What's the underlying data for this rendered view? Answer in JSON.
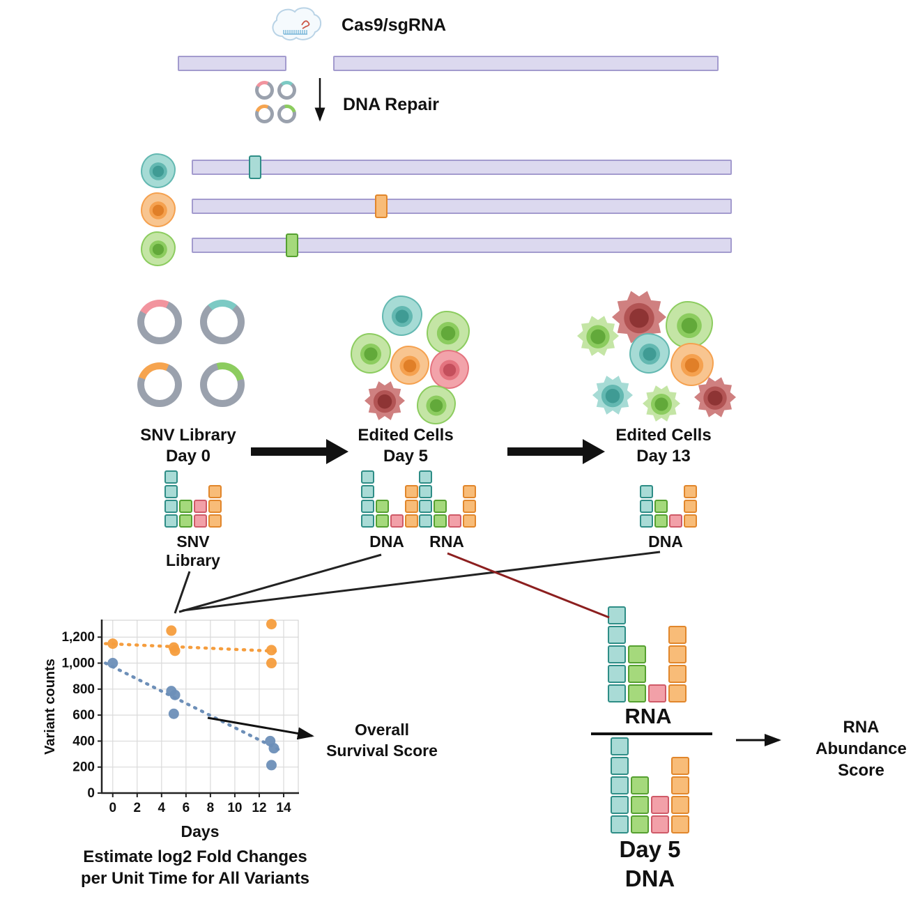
{
  "palette": {
    "bar_fill": "#dcd9ef",
    "bar_border": "#a39bce",
    "teal_fill": "#a9dbd6",
    "teal_border": "#2e8d86",
    "green_fill": "#a5d97c",
    "green_border": "#55a030",
    "pink_fill": "#f2a0a8",
    "pink_border": "#cf5a68",
    "orange_fill": "#f8bc78",
    "orange_border": "#e1862b",
    "ring_gray": "#9aa1ad",
    "arc_pink": "#f2949e",
    "arc_teal": "#7ccac4",
    "arc_orange": "#f6a44f",
    "arc_green": "#8ccc5f",
    "cell_teal_fill": "#a6dbd5",
    "cell_teal_mid": "#63b8b1",
    "cell_teal_dark": "#3f9b94",
    "cell_orange_fill": "#f8c590",
    "cell_orange_mid": "#f5a14f",
    "cell_orange_dark": "#e07f28",
    "cell_green_fill": "#c4e5a5",
    "cell_green_mid": "#8ccc5f",
    "cell_green_dark": "#62a93a",
    "cell_red_fill": "#f2a3aa",
    "cell_red_mid": "#e4747f",
    "cell_red_dark": "#c44f5c",
    "cell_darkred_fill": "#cf8080",
    "cell_darkred_mid": "#b25454",
    "cell_darkred_dark": "#8e3434",
    "line_black": "#1a1a1a",
    "line_red": "#8c1f1f",
    "point_orange": "#f59d3d",
    "point_blue": "#6d8fb8"
  },
  "icons": {
    "cas9": "cloud-with-dna-and-sgrna",
    "repair_arrow": "down-arrow",
    "stage_arrow": "thick-right-arrow",
    "survival_arrow": "right-arrow",
    "abundance_arrow": "right-arrow"
  },
  "top": {
    "cas9_label": "Cas9/sgRNA",
    "repair_label": "DNA Repair"
  },
  "stages": {
    "library": {
      "line1": "SNV Library",
      "line2": "Day 0"
    },
    "day5": {
      "line1": "Edited Cells",
      "line2": "Day 5"
    },
    "day13": {
      "line1": "Edited Cells",
      "line2": "Day 13"
    }
  },
  "stacks": {
    "library": {
      "label1": "SNV",
      "label2": "Library",
      "columns": [
        {
          "color": "teal",
          "count": 4
        },
        {
          "color": "green",
          "count": 2
        },
        {
          "color": "pink",
          "count": 2
        },
        {
          "color": "orange",
          "count": 3
        }
      ]
    },
    "dna_day5": {
      "label": "DNA",
      "columns": [
        {
          "color": "teal",
          "count": 4
        },
        {
          "color": "green",
          "count": 2
        },
        {
          "color": "pink",
          "count": 1
        },
        {
          "color": "orange",
          "count": 3
        }
      ]
    },
    "rna_day5": {
      "label": "RNA",
      "columns": [
        {
          "color": "teal",
          "count": 4
        },
        {
          "color": "green",
          "count": 2
        },
        {
          "color": "pink",
          "count": 1
        },
        {
          "color": "orange",
          "count": 3
        }
      ]
    },
    "dna_day13": {
      "label": "DNA",
      "columns": [
        {
          "color": "teal",
          "count": 3
        },
        {
          "color": "green",
          "count": 2
        },
        {
          "color": "pink",
          "count": 1
        },
        {
          "color": "orange",
          "count": 3
        }
      ]
    },
    "rna_big": {
      "label": "RNA",
      "columns": [
        {
          "color": "teal",
          "count": 5
        },
        {
          "color": "green",
          "count": 3
        },
        {
          "color": "pink",
          "count": 1
        },
        {
          "color": "orange",
          "count": 4
        }
      ]
    },
    "dna_day5_big": {
      "label1": "Day 5",
      "label2": "DNA",
      "columns": [
        {
          "color": "teal",
          "count": 5
        },
        {
          "color": "green",
          "count": 3
        },
        {
          "color": "pink",
          "count": 2
        },
        {
          "color": "orange",
          "count": 4
        }
      ]
    }
  },
  "annotations": {
    "survival_line1": "Overall",
    "survival_line2": "Survival Score",
    "caption_line1": "Estimate log2 Fold Changes",
    "caption_line2": "per Unit Time for All Variants",
    "rna_score_line1": "RNA",
    "rna_score_line2": "Abundance",
    "rna_score_line3": "Score"
  },
  "chart_data": {
    "type": "scatter",
    "title": "",
    "xlabel": "Days",
    "ylabel": "Variant counts",
    "xticks": [
      0,
      2,
      4,
      6,
      8,
      10,
      12,
      14
    ],
    "yticks": [
      0,
      200,
      400,
      600,
      800,
      1000,
      1200
    ],
    "ytick_labels": [
      "0",
      "200",
      "400",
      "600",
      "800",
      "1,000",
      "1,200"
    ],
    "xlim": [
      -0.9,
      15.2
    ],
    "ylim": [
      0,
      1330
    ],
    "grid": true,
    "legend": "none",
    "series": [
      {
        "name": "stable-variant",
        "color": "#f59d3d",
        "points": [
          [
            0,
            1150
          ],
          [
            4.8,
            1250
          ],
          [
            5.0,
            1120
          ],
          [
            5.1,
            1095
          ],
          [
            13.0,
            1300
          ],
          [
            13.0,
            1100
          ],
          [
            13.0,
            1000
          ]
        ],
        "trend": [
          [
            -0.6,
            1150
          ],
          [
            13.8,
            1090
          ]
        ]
      },
      {
        "name": "depleted-variant",
        "color": "#6d8fb8",
        "points": [
          [
            0,
            1000
          ],
          [
            4.8,
            785
          ],
          [
            5.1,
            755
          ],
          [
            5.0,
            610
          ],
          [
            12.9,
            400
          ],
          [
            13.2,
            345
          ],
          [
            13.0,
            215
          ]
        ],
        "trend": [
          [
            -0.6,
            1000
          ],
          [
            13.8,
            325
          ]
        ]
      }
    ]
  }
}
